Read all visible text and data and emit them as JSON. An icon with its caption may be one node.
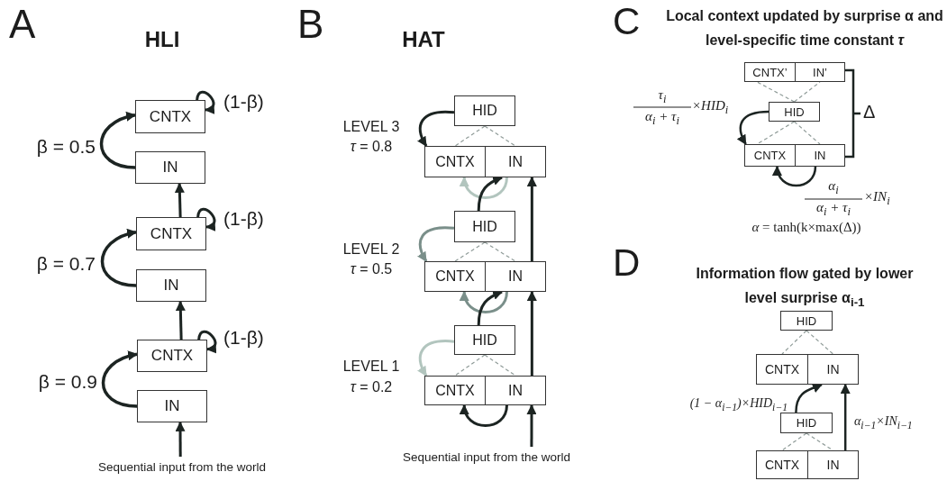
{
  "diagram": {
    "nodes": [
      {
        "text": [
          "CNTX"
        ]
      },
      {
        "text": [
          "IN"
        ]
      },
      {
        "text": [
          "CNTX"
        ]
      },
      {
        "text": [
          "IN"
        ]
      },
      {
        "text": [
          "CNTX"
        ]
      },
      {
        "text": [
          "IN"
        ]
      },
      {
        "text": [
          "Sequential input from the world"
        ]
      },
      {
        "text": [
          "HID"
        ]
      },
      {
        "text": [
          "CNTX"
        ]
      },
      {
        "text": [
          "IN"
        ]
      },
      {
        "text": [
          "HID"
        ]
      },
      {
        "text": [
          "CNTX"
        ]
      },
      {
        "text": [
          "IN"
        ]
      },
      {
        "text": [
          "HID"
        ]
      },
      {
        "text": [
          "CNTX"
        ]
      },
      {
        "text": [
          "IN"
        ]
      },
      {
        "text": [
          "Sequential input from the world"
        ]
      },
      {
        "text": [
          "CNTX’"
        ]
      },
      {
        "text": [
          "IN’"
        ]
      },
      {
        "text": [
          "HID"
        ]
      },
      {
        "text": [
          "CNTX"
        ]
      },
      {
        "text": [
          "IN"
        ]
      },
      {
        "text": [
          "HID"
        ]
      },
      {
        "text": [
          "CNTX"
        ]
      },
      {
        "text": [
          "IN"
        ]
      },
      {
        "text": [
          "HID"
        ]
      },
      {
        "text": [
          "CNTX"
        ]
      },
      {
        "text": [
          "IN"
        ]
      }
    ],
    "edges": [
      {
        "from": 1,
        "to": 0,
        "arrow": "to",
        "label": "β = 0.5"
      },
      {
        "from": 0,
        "to": 0,
        "arrow": "to",
        "label": "(1-β)"
      },
      {
        "from": 2,
        "to": 1,
        "arrow": "to"
      },
      {
        "from": 3,
        "to": 2,
        "arrow": "to",
        "label": "β = 0.7"
      },
      {
        "from": 2,
        "to": 2,
        "arrow": "to",
        "label": "(1-β)"
      },
      {
        "from": 4,
        "to": 3,
        "arrow": "to"
      },
      {
        "from": 5,
        "to": 4,
        "arrow": "to",
        "label": "β = 0.9"
      },
      {
        "from": 4,
        "to": 4,
        "arrow": "to",
        "label": "(1-β)"
      },
      {
        "from": 6,
        "to": 5,
        "arrow": "to"
      },
      {
        "from": 7,
        "to": 8,
        "arrow": "to"
      },
      {
        "from": 7,
        "to": 8,
        "arrow": "none",
        "style": "dashed",
        "color": "#8f9b98"
      },
      {
        "from": 7,
        "to": 9,
        "arrow": "none",
        "style": "dashed",
        "color": "#8f9b98"
      },
      {
        "from": 9,
        "to": 8,
        "arrow": "to",
        "color": "#b2c5be"
      },
      {
        "from": 10,
        "to": 9,
        "arrow": "to"
      },
      {
        "from": 12,
        "to": 9,
        "arrow": "to"
      },
      {
        "from": 10,
        "to": 11,
        "arrow": "to",
        "color": "#7a8f8a"
      },
      {
        "from": 10,
        "to": 11,
        "arrow": "none",
        "style": "dashed",
        "color": "#8f9b98"
      },
      {
        "from": 10,
        "to": 12,
        "arrow": "none",
        "style": "dashed",
        "color": "#8f9b98"
      },
      {
        "from": 12,
        "to": 11,
        "arrow": "to",
        "color": "#7a8f8a"
      },
      {
        "from": 13,
        "to": 12,
        "arrow": "to"
      },
      {
        "from": 15,
        "to": 12,
        "arrow": "to"
      },
      {
        "from": 13,
        "to": 14,
        "arrow": "to",
        "color": "#b2c5be"
      },
      {
        "from": 13,
        "to": 14,
        "arrow": "none",
        "style": "dashed",
        "color": "#8f9b98"
      },
      {
        "from": 13,
        "to": 15,
        "arrow": "none",
        "style": "dashed",
        "color": "#8f9b98"
      },
      {
        "from": 15,
        "to": 14,
        "arrow": "to"
      },
      {
        "from": 16,
        "to": 15,
        "arrow": "to"
      },
      {
        "from": 19,
        "to": 17,
        "arrow": "none",
        "style": "dashed",
        "color": "#8f9b98"
      },
      {
        "from": 19,
        "to": 18,
        "arrow": "none",
        "style": "dashed",
        "color": "#8f9b98"
      },
      {
        "from": 19,
        "to": 20,
        "arrow": "none",
        "style": "dashed",
        "color": "#8f9b98"
      },
      {
        "from": 19,
        "to": 21,
        "arrow": "none",
        "style": "dashed",
        "color": "#8f9b98"
      },
      {
        "from": 19,
        "to": 20,
        "arrow": "to"
      },
      {
        "from": 21,
        "to": 20,
        "arrow": "to"
      },
      {
        "from": 22,
        "to": 23,
        "arrow": "none",
        "style": "dashed",
        "color": "#8f9b98"
      },
      {
        "from": 22,
        "to": 24,
        "arrow": "none",
        "style": "dashed",
        "color": "#8f9b98"
      },
      {
        "from": 25,
        "to": 26,
        "arrow": "none",
        "style": "dashed",
        "color": "#8f9b98"
      },
      {
        "from": 25,
        "to": 27,
        "arrow": "none",
        "style": "dashed",
        "color": "#8f9b98"
      },
      {
        "from": 25,
        "to": 24,
        "arrow": "to",
        "label": "(1 − α$_{i−1}$)×HID$_{i−1}$"
      },
      {
        "from": 27,
        "to": 24,
        "arrow": "to",
        "label": "α$_{i−1}$×IN$_{i−1}$"
      }
    ],
    "labels": [
      "A",
      "HLI",
      "B",
      "HAT",
      "LEVEL 3",
      "*τ* = 0.8",
      "LEVEL 2",
      "*τ* = 0.5",
      "LEVEL 1",
      "*τ* = 0.2",
      "C",
      "Local context updated by surprise α and level-specific time constant *τ*",
      "τ$_{i}$",
      "×HID$_{i}$",
      "α$_{i}$ + τ$_{i}$",
      "Δ",
      "α$_{i}$",
      "×IN$_{i}$",
      "α$_{i}$ + τ$_{i}$",
      "*α* = tanh(k×max(Δ))",
      "D",
      "Information flow gated by lower level surprise α$_{i-1}$"
    ]
  }
}
